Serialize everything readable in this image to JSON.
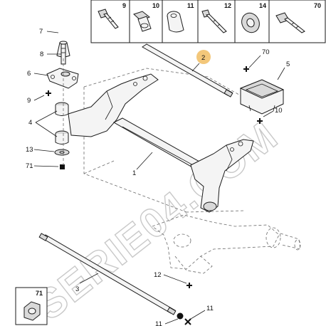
{
  "watermark": "SERIE04.COM",
  "header": {
    "columns": [
      "9",
      "10",
      "11",
      "12",
      "14",
      "70"
    ]
  },
  "callouts": {
    "c1": "1",
    "c2": "2",
    "c3": "3",
    "c4": "4",
    "c5": "5",
    "c6": "6",
    "c7": "7",
    "c8": "8",
    "c9": "9",
    "c10": "10",
    "c11a": "11",
    "c11b": "11",
    "c12": "12",
    "c13": "13",
    "c70": "70",
    "c71a": "71",
    "c71b": "71"
  },
  "highlight_color": "#f3c77a"
}
